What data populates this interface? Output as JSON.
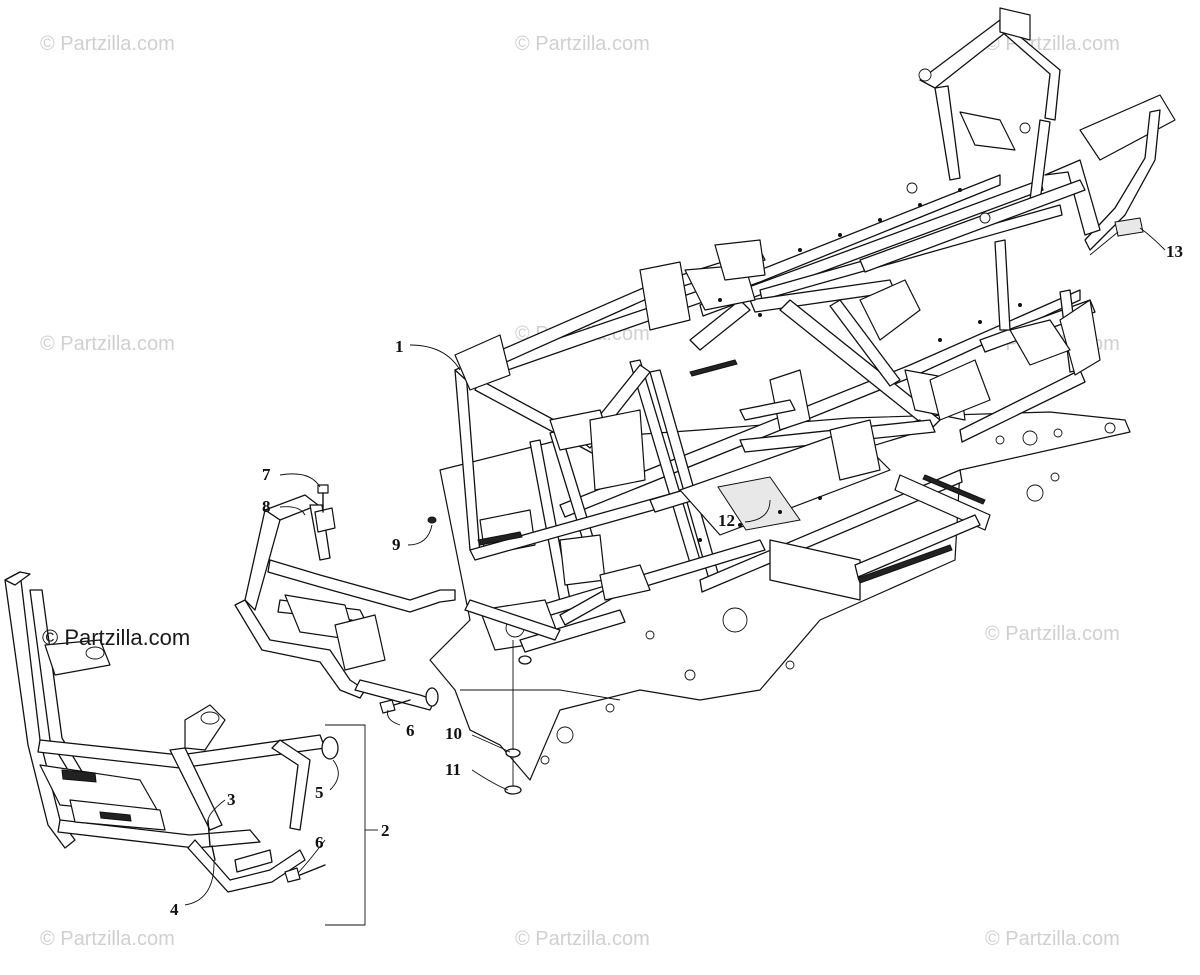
{
  "watermark": {
    "text": "© Partzilla.com",
    "featured_text": "© Partzilla.com"
  },
  "callouts": [
    {
      "id": "1",
      "label": "1"
    },
    {
      "id": "2",
      "label": "2"
    },
    {
      "id": "3",
      "label": "3"
    },
    {
      "id": "4",
      "label": "4"
    },
    {
      "id": "5",
      "label": "5"
    },
    {
      "id": "6a",
      "label": "6"
    },
    {
      "id": "6b",
      "label": "6"
    },
    {
      "id": "7",
      "label": "7"
    },
    {
      "id": "8",
      "label": "8"
    },
    {
      "id": "9",
      "label": "9"
    },
    {
      "id": "10",
      "label": "10"
    },
    {
      "id": "11",
      "label": "11"
    },
    {
      "id": "12",
      "label": "12"
    },
    {
      "id": "13",
      "label": "13"
    }
  ]
}
